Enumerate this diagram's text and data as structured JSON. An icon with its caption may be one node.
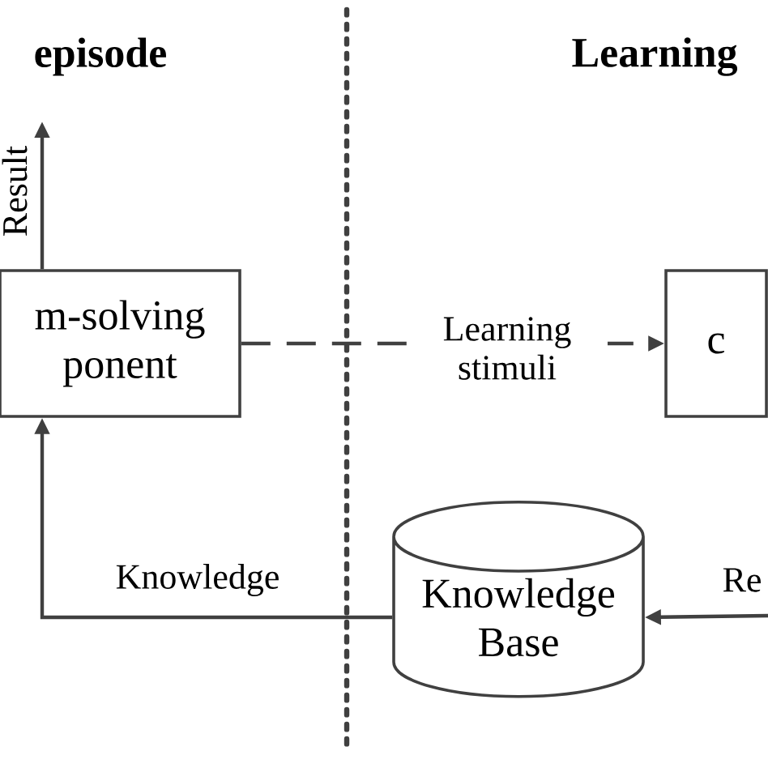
{
  "diagram": {
    "nodes": [
      {
        "text": [
          "m-solving ponent"
        ]
      },
      {
        "text": [
          "c"
        ]
      },
      {
        "text": [
          "Knowledge Base"
        ]
      }
    ],
    "edges": [
      {
        "from": 0,
        "to": null,
        "arrow": "to",
        "label": "Result"
      },
      {
        "from": 0,
        "to": 1,
        "arrow": "to",
        "label": "Learning stimuli",
        "style": "dashed"
      },
      {
        "from": 2,
        "to": 0,
        "arrow": "to",
        "label": "Knowledge"
      },
      {
        "from": null,
        "to": 2,
        "arrow": "to",
        "label": "Re"
      }
    ],
    "labels": [
      "episode",
      "Learning"
    ]
  }
}
